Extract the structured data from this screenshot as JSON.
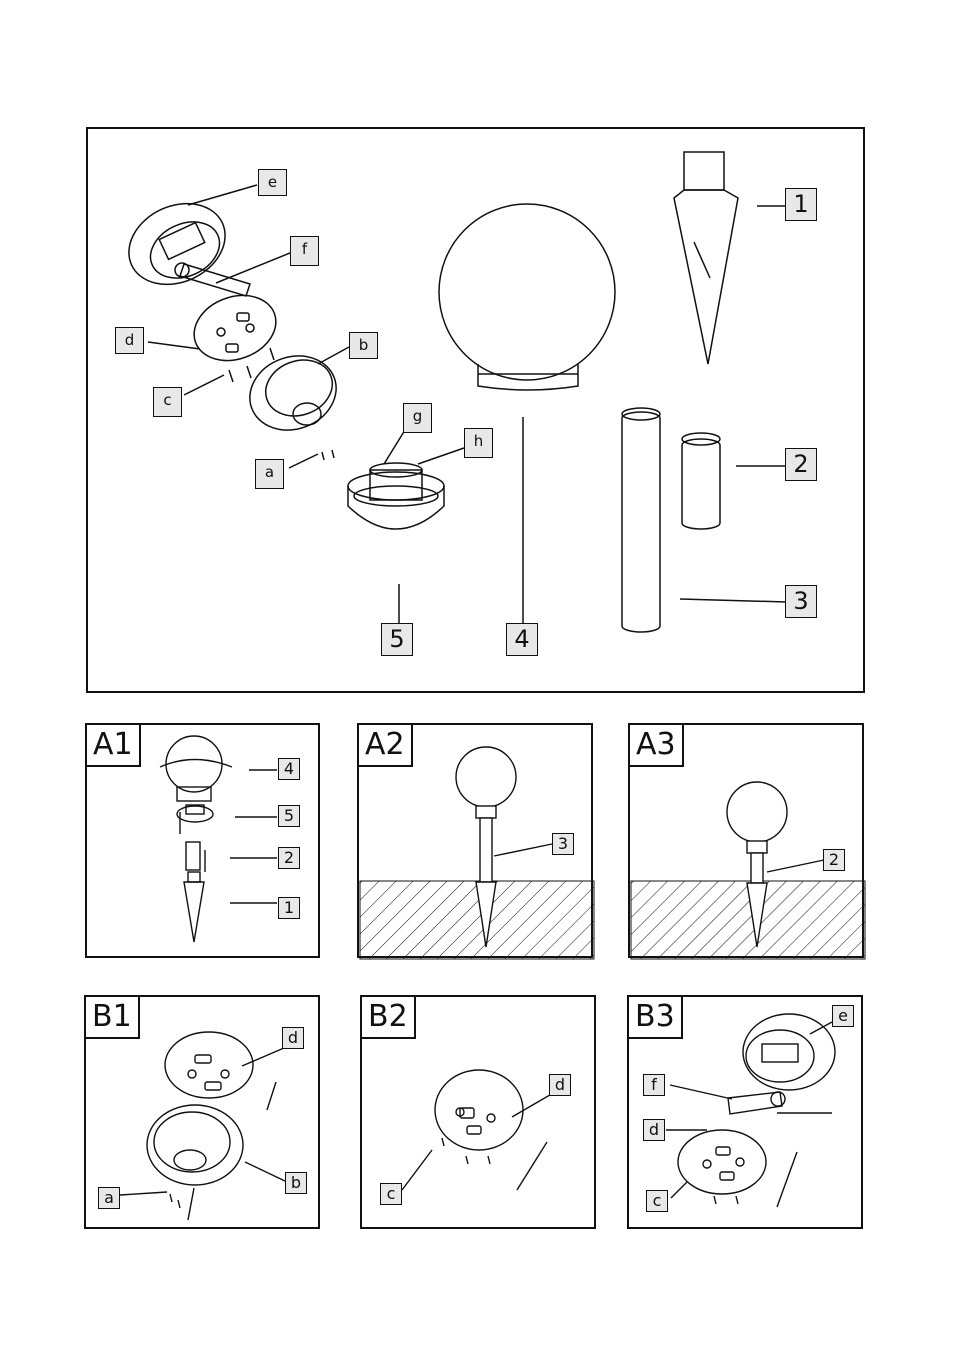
{
  "overview": {
    "letters": [
      "e",
      "f",
      "d",
      "b",
      "c",
      "a",
      "g",
      "h"
    ],
    "numbers": [
      "1",
      "2",
      "3",
      "4",
      "5"
    ]
  },
  "a1": {
    "tag": "A1",
    "labels": [
      "4",
      "5",
      "2",
      "1"
    ]
  },
  "a2": {
    "tag": "A2",
    "labels": [
      "3"
    ]
  },
  "a3": {
    "tag": "A3",
    "labels": [
      "2"
    ]
  },
  "b1": {
    "tag": "B1",
    "labels": [
      "d",
      "a",
      "b"
    ]
  },
  "b2": {
    "tag": "B2",
    "labels": [
      "d",
      "c"
    ]
  },
  "b3": {
    "tag": "B3",
    "labels": [
      "e",
      "f",
      "d",
      "c"
    ]
  }
}
